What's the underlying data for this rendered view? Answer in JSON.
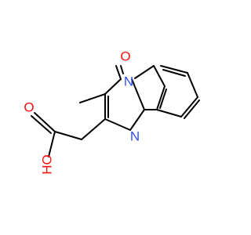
{
  "molecule": {
    "atoms": [
      {
        "symbol": "O",
        "color": "#ff0d0d"
      },
      {
        "symbol": "N",
        "color": "#3050f8"
      },
      {
        "symbol": "N",
        "color": "#3050f8"
      },
      {
        "symbol": "O",
        "color": "#ff0d0d"
      },
      {
        "symbol": "HO",
        "color": "#ff0d0d"
      }
    ],
    "bond_color": "#000000"
  }
}
